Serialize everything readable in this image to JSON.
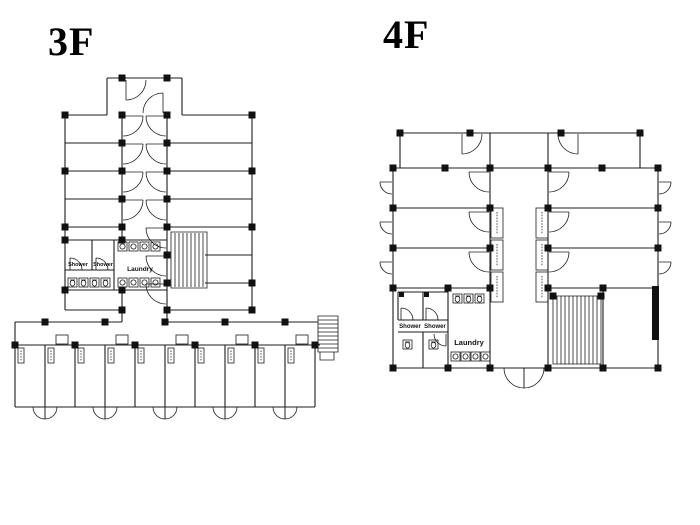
{
  "page": {
    "background_color": "#ffffff",
    "line_color": "#1c1c1c",
    "pillar_color": "#111111"
  },
  "plans": {
    "f3": {
      "title": "3F",
      "labels": {
        "shower_1": "Shower",
        "shower_2": "Shower",
        "laundry": "Laundry"
      }
    },
    "f4": {
      "title": "4F",
      "labels": {
        "shower_1": "Shower",
        "shower_2": "Shower",
        "laundry": "Laundry"
      }
    }
  }
}
